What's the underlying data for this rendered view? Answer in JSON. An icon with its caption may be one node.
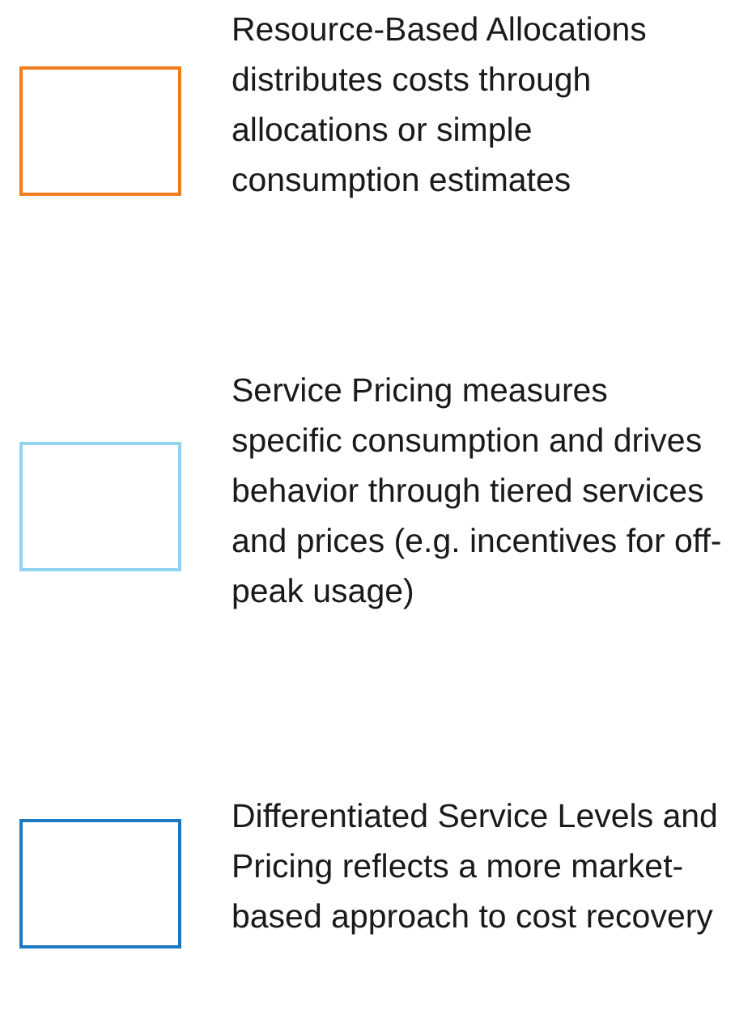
{
  "diagram": {
    "legend": [
      {
        "text": "Resource-Based Allocations distributes costs through allocations or simple consumption estimates"
      },
      {
        "text": "Service Pricing measures specific consumption and drives behavior through tiered services and prices (e.g. incentives for off-peak usage)"
      },
      {
        "text": "Differentiated Service Levels and Pricing reflects a more market-based approach to cost recovery"
      }
    ]
  }
}
